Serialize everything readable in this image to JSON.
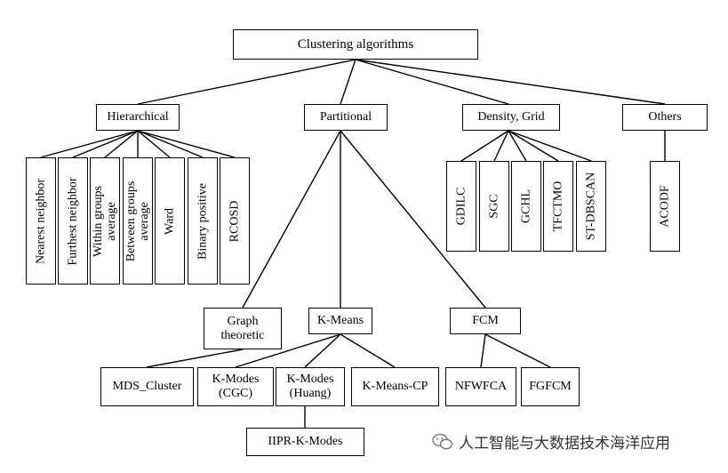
{
  "root": "Clustering algorithms",
  "level1": {
    "hierarchical": "Hierarchical",
    "partitional": "Partitional",
    "density": "Density, Grid",
    "others": "Others"
  },
  "hierarchical_leaves": [
    "Nearest neighbor",
    "Furthest neighbor",
    "Within groups average",
    "Between groups average",
    "Ward",
    "Binary positive",
    "RCOSD"
  ],
  "density_leaves": [
    "GDILC",
    "SGC",
    "GCHL",
    "TFCTMO",
    "ST-DBSCAN"
  ],
  "others_leaves": [
    "ACODF"
  ],
  "partitional_children": {
    "graph": "Graph theoretic",
    "kmeans": "K-Means",
    "fcm": "FCM"
  },
  "graph_children": [
    "MDS_Cluster"
  ],
  "kmeans_children": [
    "K-Modes (CGC)",
    "K-Modes (Huang)",
    "K-Means-CP"
  ],
  "kmodes_huang_child": "IIPR-K-Modes",
  "fcm_children": [
    "NFWFCA",
    "FGFCM"
  ],
  "watermark": "人工智能与大数据技术海洋应用"
}
